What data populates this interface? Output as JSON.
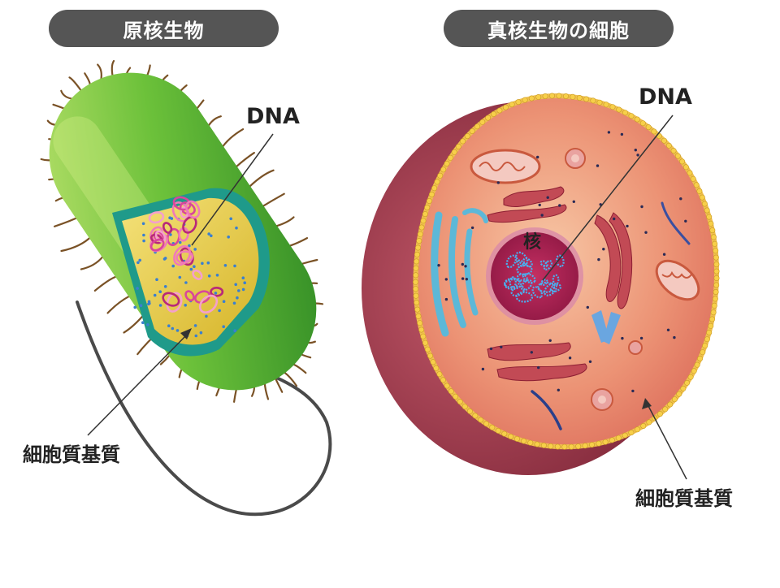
{
  "panels": {
    "left": {
      "title": "原核生物",
      "dna_label": "DNA",
      "matrix_label": "細胞質基質"
    },
    "right": {
      "title": "真核生物の細胞",
      "dna_label": "DNA",
      "nucleus_label": "核",
      "matrix_label": "細胞質基質"
    }
  },
  "colors": {
    "pill": "#555555",
    "bacterium_outer": "#6cc13a",
    "bacterium_inner": "#e8d24a",
    "plasmid": "#d9469a",
    "cell_outer": "#9a3a4c",
    "cell_inner": "#e8866c",
    "membrane_dots": "#f2c640",
    "nucleus": "#9c1a4a",
    "golgi": "#5cb8d8"
  }
}
